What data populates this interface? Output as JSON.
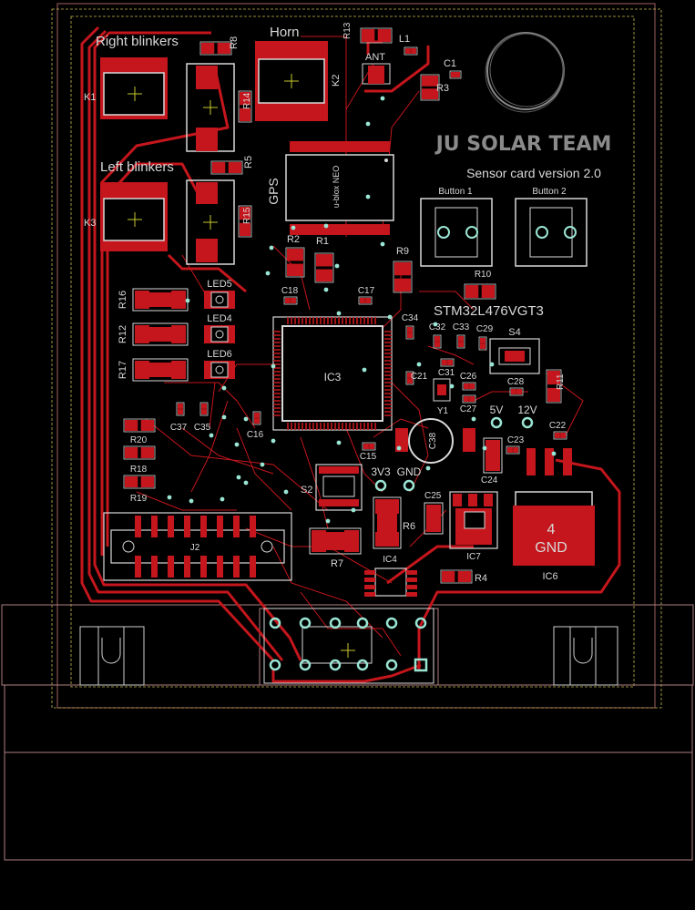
{
  "board": {
    "team_title": "JU SOLAR TEAM",
    "subtitle": "Sensor card version 2.0",
    "mcu_label": "STM32L476VGT3",
    "gps_module_text": "u-blox NEO"
  },
  "labels": {
    "right_blinkers": "Right blinkers",
    "left_blinkers": "Left blinkers",
    "horn": "Horn",
    "gps": "GPS",
    "button1": "Button 1",
    "button2": "Button 2",
    "ant": "ANT",
    "tp_3v3": "3V3",
    "tp_gnd": "GND",
    "tp_5v": "5V",
    "tp_12v": "12V",
    "ic6_pin": "4",
    "ic6_gnd": "GND"
  },
  "designators": {
    "K1": "K1",
    "K2": "K2",
    "K3": "K3",
    "R1": "R1",
    "R2": "R2",
    "R3": "R3",
    "R4": "R4",
    "R5": "R5",
    "R6": "R6",
    "R7": "R7",
    "R8": "R8",
    "R9": "R9",
    "R10": "R10",
    "R11": "R11",
    "R12": "R12",
    "R13": "R13",
    "R14": "R14",
    "R15": "R15",
    "R16": "R16",
    "R17": "R17",
    "R18": "R18",
    "R19": "R19",
    "R20": "R20",
    "L1": "L1",
    "C1": "C1",
    "C15": "C15",
    "C16": "C16",
    "C17": "C17",
    "C18": "C18",
    "C21": "C21",
    "C22": "C22",
    "C23": "C23",
    "C24": "C24",
    "C25": "C25",
    "C26": "C26",
    "C27": "C27",
    "C28": "C28",
    "C29": "C29",
    "C31": "C31",
    "C32": "C32",
    "C33": "C33",
    "C34": "C34",
    "C35": "C35",
    "C37": "C37",
    "C38": "C38",
    "LED4": "LED4",
    "LED5": "LED5",
    "LED6": "LED6",
    "IC3": "IC3",
    "IC4": "IC4",
    "IC6": "IC6",
    "IC7": "IC7",
    "S2": "S2",
    "S4": "S4",
    "Y1": "Y1",
    "J2": "J2"
  },
  "colors": {
    "background": "#000000",
    "copper": "#c4161c",
    "silkscreen": "#d8d8d8",
    "via": "#9ae6d4",
    "outline": "#b08080"
  }
}
